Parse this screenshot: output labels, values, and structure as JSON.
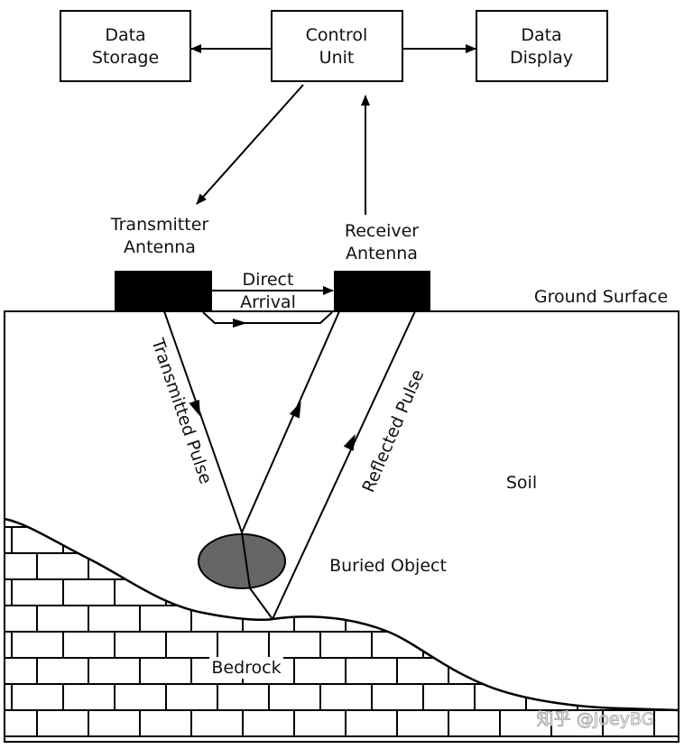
{
  "boxes": {
    "storage": [
      "Data",
      "Storage"
    ],
    "control": [
      "Control",
      "Unit"
    ],
    "display": [
      "Data",
      "Display"
    ]
  },
  "antennas": {
    "transmitter": [
      "Transmitter",
      "Antenna"
    ],
    "receiver": [
      "Receiver",
      "Antenna"
    ]
  },
  "direct_arrival": [
    "Direct",
    "Arrival"
  ],
  "labels": {
    "ground_surface": "Ground Surface",
    "soil": "Soil",
    "buried_object": "Buried Object",
    "bedrock": "Bedrock",
    "transmitted_pulse": "Transmitted Pulse",
    "reflected_pulse": "Reflected Pulse"
  },
  "watermark": "知乎 @JoeyBG",
  "colors": {
    "object_fill": "#666666",
    "antenna_fill": "#000000"
  }
}
